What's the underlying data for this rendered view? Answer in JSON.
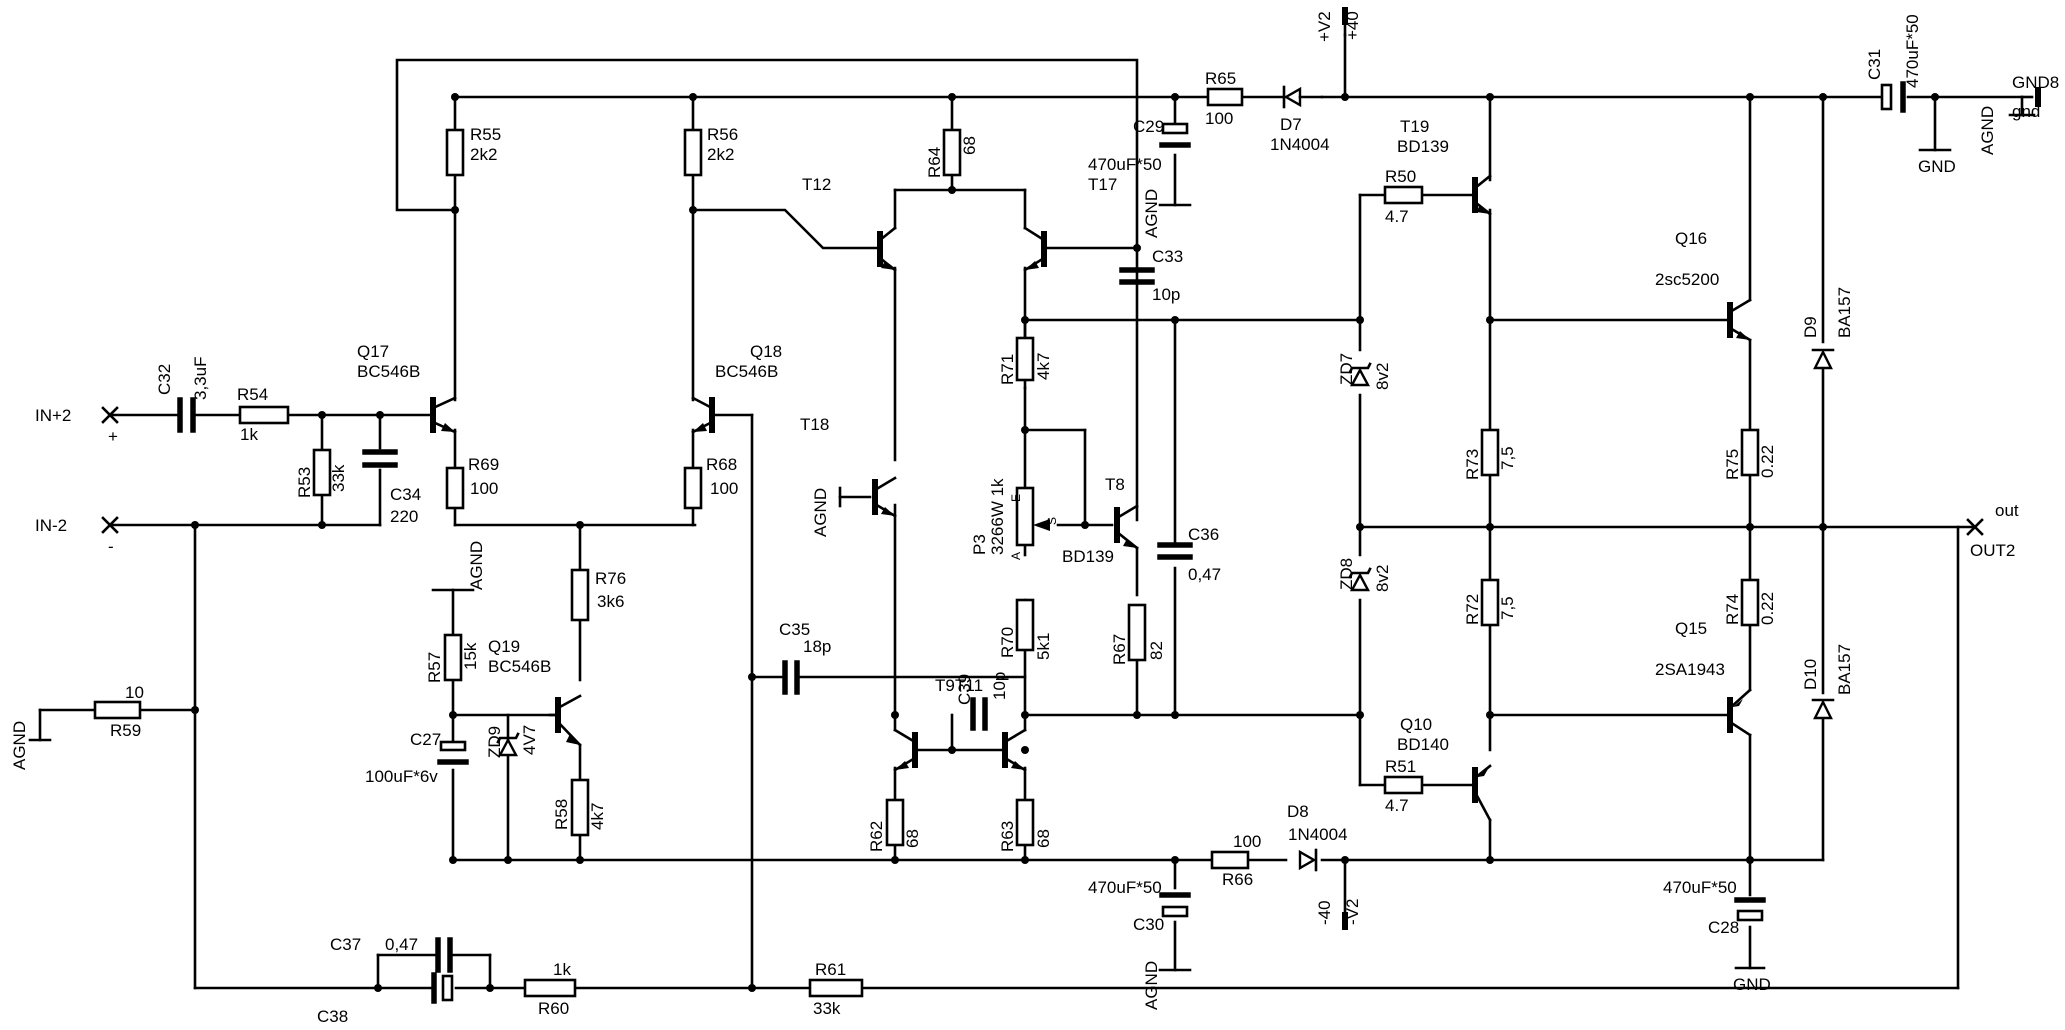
{
  "supplies": {
    "v2_pos": "+V2",
    "v40_pos": "+40",
    "v40_neg": "-40",
    "v2_neg": "-V2",
    "gnd8": "GND8",
    "gnd_small": "gnd"
  },
  "grounds": {
    "agnd": "AGND",
    "gnd": "GND"
  },
  "ports": {
    "in_pos": "IN+2",
    "in_neg": "IN-2",
    "out": "out",
    "out2": "OUT2",
    "plus": "+",
    "minus": "-"
  },
  "resistors": {
    "r53": {
      "ref": "R53",
      "value": "33k"
    },
    "r54": {
      "ref": "R54",
      "value": "1k"
    },
    "r55": {
      "ref": "R55",
      "value": "2k2"
    },
    "r56": {
      "ref": "R56",
      "value": "2k2"
    },
    "r57": {
      "ref": "R57",
      "value": "15k"
    },
    "r58": {
      "ref": "R58",
      "value": "4k7"
    },
    "r59": {
      "ref": "R59",
      "value": "10"
    },
    "r60": {
      "ref": "R60",
      "value": "1k"
    },
    "r61": {
      "ref": "R61",
      "value": "33k"
    },
    "r62": {
      "ref": "R62",
      "value": "68"
    },
    "r63": {
      "ref": "R63",
      "value": "68"
    },
    "r64": {
      "ref": "R64",
      "value": "68"
    },
    "r65": {
      "ref": "R65",
      "value": "100"
    },
    "r66": {
      "ref": "R66",
      "value": "100"
    },
    "r67": {
      "ref": "R67",
      "value": "82"
    },
    "r68": {
      "ref": "R68",
      "value": "100"
    },
    "r69": {
      "ref": "R69",
      "value": "100"
    },
    "r70": {
      "ref": "R70",
      "value": "5k1"
    },
    "r71": {
      "ref": "R71",
      "value": "4k7"
    },
    "r72": {
      "ref": "R72",
      "value": "7,5"
    },
    "r73": {
      "ref": "R73",
      "value": "7,5"
    },
    "r74": {
      "ref": "R74",
      "value": "0.22"
    },
    "r75": {
      "ref": "R75",
      "value": "0.22"
    },
    "r76": {
      "ref": "R76",
      "value": "3k6"
    },
    "r50": {
      "ref": "R50",
      "value": "4.7"
    },
    "r51": {
      "ref": "R51",
      "value": "4.7"
    }
  },
  "capacitors": {
    "c27": {
      "ref": "C27",
      "value": "100uF*6v"
    },
    "c28": {
      "ref": "C28",
      "value": "470uF*50"
    },
    "c29": {
      "ref": "C29",
      "value": "470uF*50"
    },
    "c30": {
      "ref": "C30",
      "value": "470uF*50"
    },
    "c31": {
      "ref": "C31",
      "value": "470uF*50"
    },
    "c32": {
      "ref": "C32",
      "value": "3,3uF"
    },
    "c33": {
      "ref": "C33",
      "value": "10p"
    },
    "c34": {
      "ref": "C34",
      "value": "220"
    },
    "c35": {
      "ref": "C35",
      "value": "18p"
    },
    "c36": {
      "ref": "C36",
      "value": "0,47"
    },
    "c37": {
      "ref": "C37",
      "value": "0,47"
    },
    "c38": {
      "ref": "C38"
    },
    "c39": {
      "ref": "C39",
      "value": "10p"
    }
  },
  "diodes": {
    "d7": {
      "ref": "D7",
      "value": "1N4004"
    },
    "d8": {
      "ref": "D8",
      "value": "1N4004"
    },
    "d9": {
      "ref": "D9",
      "value": "BA157"
    },
    "d10": {
      "ref": "D10",
      "value": "BA157"
    },
    "zd7": {
      "ref": "ZD7",
      "value": "8v2"
    },
    "zd8": {
      "ref": "ZD8",
      "value": "8v2"
    },
    "zd9": {
      "ref": "ZD9",
      "value": "4V7"
    }
  },
  "transistors": {
    "q17": {
      "ref": "Q17",
      "value": "BC546B"
    },
    "q18": {
      "ref": "Q18",
      "value": "BC546B"
    },
    "q19": {
      "ref": "Q19",
      "value": "BC546B"
    },
    "t8": {
      "ref": "T8",
      "value": "BD139"
    },
    "t19": {
      "ref": "T19",
      "value": "BD139"
    },
    "q10": {
      "ref": "Q10",
      "value": "BD140"
    },
    "q16": {
      "ref": "Q16",
      "value": "2sc5200"
    },
    "q15": {
      "ref": "Q15",
      "value": "2SA1943"
    },
    "t12": {
      "ref": "T12"
    },
    "t17": {
      "ref": "T17"
    },
    "t18": {
      "ref": "T18"
    },
    "t9": {
      "ref": "T9"
    },
    "t11": {
      "ref": "T11"
    }
  },
  "pot": {
    "ref": "P3",
    "value": "3266W 1k",
    "pin_a": "A",
    "pin_e": "E",
    "pin_s": "S"
  }
}
